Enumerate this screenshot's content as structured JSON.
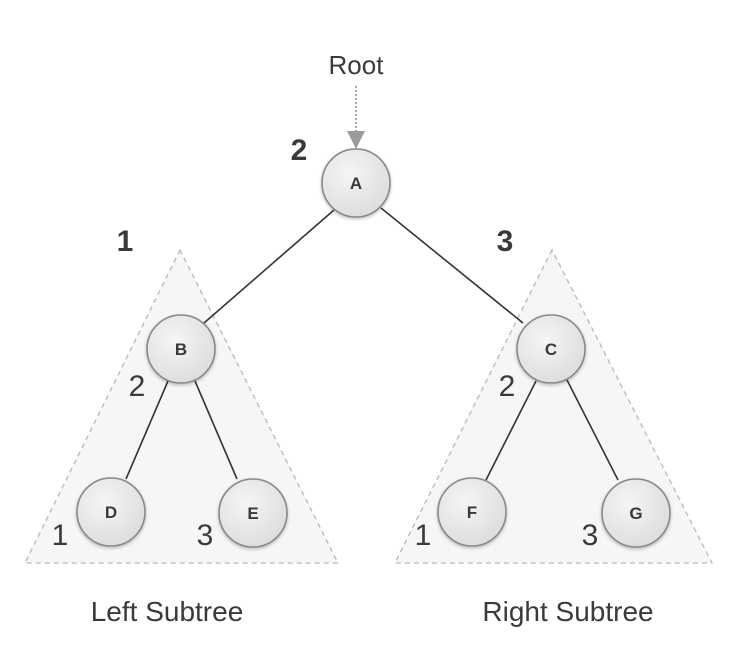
{
  "root_label": "Root",
  "nodes": {
    "A": "A",
    "B": "B",
    "C": "C",
    "D": "D",
    "E": "E",
    "F": "F",
    "G": "G"
  },
  "order": {
    "root": "2",
    "left_subtree": "1",
    "right_subtree": "3",
    "left_subtree_root": "2",
    "right_subtree_root": "2",
    "left_subtree_left_child": "1",
    "left_subtree_right_child": "3",
    "right_subtree_left_child": "1",
    "right_subtree_right_child": "3"
  },
  "captions": {
    "left_subtree": "Left Subtree",
    "right_subtree": "Right Subtree"
  }
}
